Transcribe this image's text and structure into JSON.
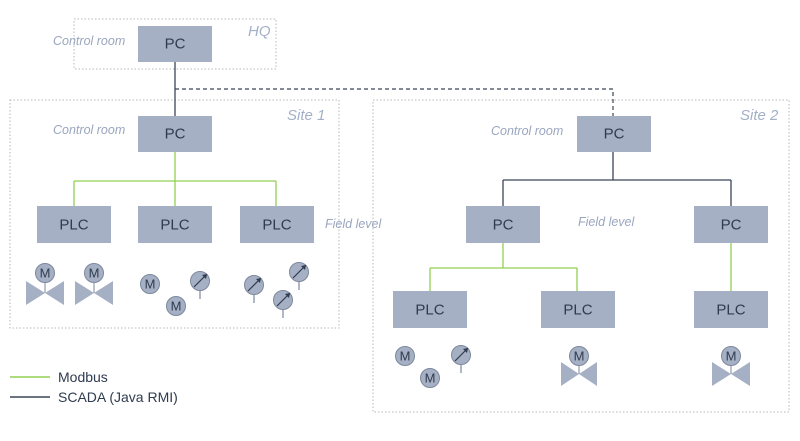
{
  "zones": {
    "hq": {
      "title": "HQ",
      "control_label": "Control room"
    },
    "site1": {
      "title": "Site 1",
      "control_label": "Control room",
      "field_label": "Field level"
    },
    "site2": {
      "title": "Site 2",
      "control_label": "Control room",
      "field_label": "Field level"
    }
  },
  "nodes": {
    "hq_pc": "PC",
    "site1_pc": "PC",
    "site1_plc1": "PLC",
    "site1_plc2": "PLC",
    "site1_plc3": "PLC",
    "site2_pc": "PC",
    "site2_field_pc1": "PC",
    "site2_field_pc2": "PC",
    "site2_plc1": "PLC",
    "site2_plc2": "PLC",
    "site2_plc3": "PLC"
  },
  "device_symbol_text": "M",
  "legend": {
    "modbus": {
      "label": "Modbus",
      "color": "#92d050"
    },
    "scada": {
      "label": "SCADA (Java RMI)",
      "color": "#3b4658"
    }
  },
  "colors": {
    "node_fill": "#a6b0c4",
    "zone_border": "#b7b7b7",
    "label_text": "#9aa6bf"
  }
}
